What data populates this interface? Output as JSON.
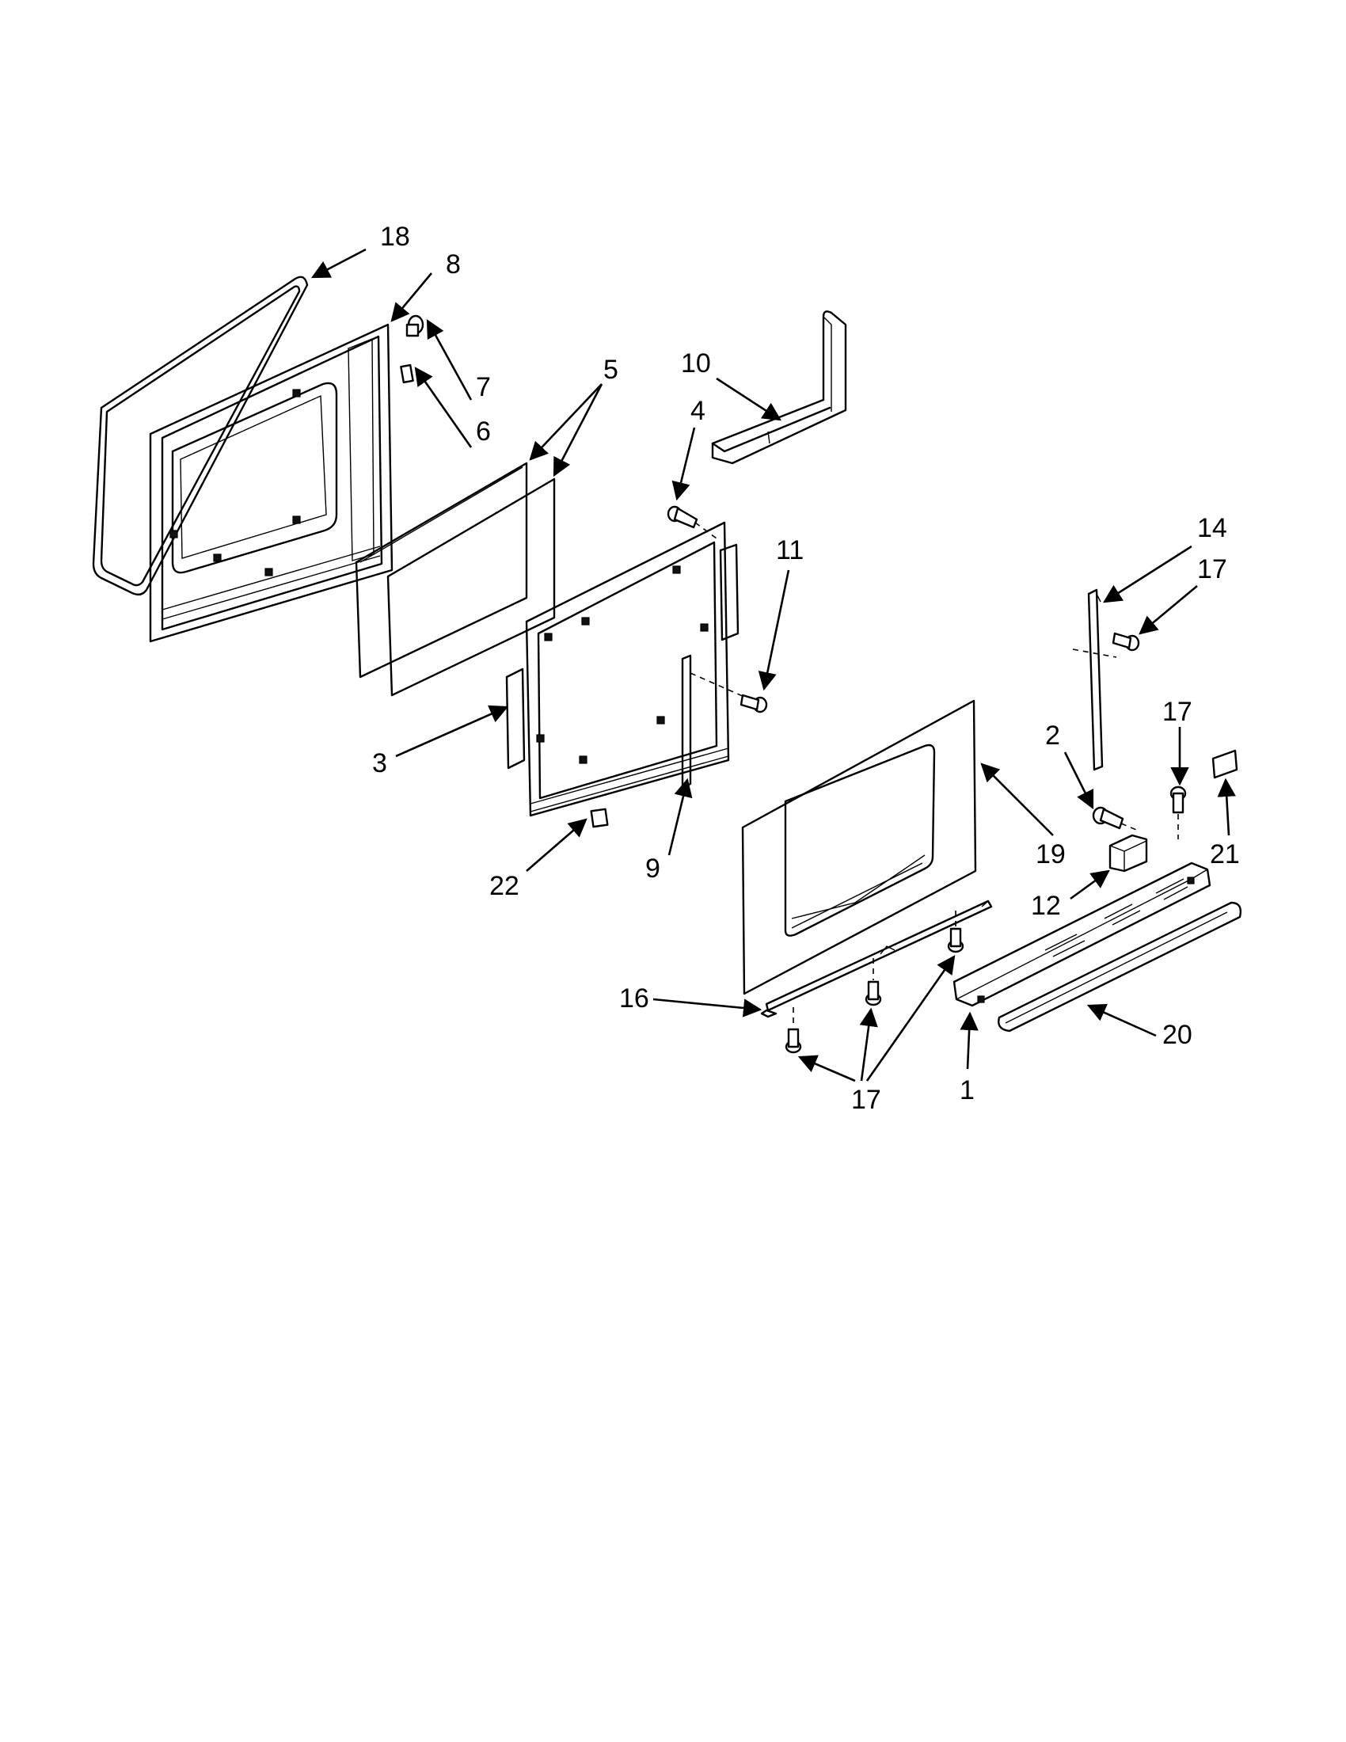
{
  "callouts": [
    {
      "id": "c18a",
      "text": "18"
    },
    {
      "id": "c8",
      "text": "8"
    },
    {
      "id": "c7",
      "text": "7"
    },
    {
      "id": "c6",
      "text": "6"
    },
    {
      "id": "c5",
      "text": "5"
    },
    {
      "id": "c10",
      "text": "10"
    },
    {
      "id": "c4",
      "text": "4"
    },
    {
      "id": "c11",
      "text": "11"
    },
    {
      "id": "c14",
      "text": "14"
    },
    {
      "id": "c17a",
      "text": "17"
    },
    {
      "id": "c3",
      "text": "3"
    },
    {
      "id": "c9",
      "text": "9"
    },
    {
      "id": "c22",
      "text": "22"
    },
    {
      "id": "c2",
      "text": "2"
    },
    {
      "id": "c17b",
      "text": "17"
    },
    {
      "id": "c21",
      "text": "21"
    },
    {
      "id": "c19",
      "text": "19"
    },
    {
      "id": "c12",
      "text": "12"
    },
    {
      "id": "c16",
      "text": "16"
    },
    {
      "id": "c20",
      "text": "20"
    },
    {
      "id": "c1",
      "text": "1"
    },
    {
      "id": "c17c",
      "text": "17"
    }
  ]
}
